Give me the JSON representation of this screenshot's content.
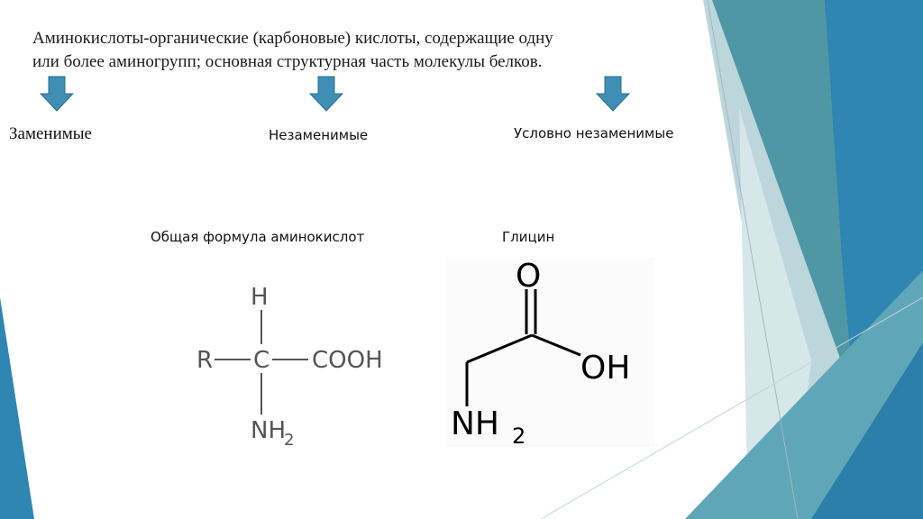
{
  "definition": {
    "line1": "Аминокислоты-органические (карбоновые) кислоты, содержащие одну",
    "line2": "или более аминогрупп; основная структурная часть молекулы белков."
  },
  "categories": [
    {
      "label": "Заменимые"
    },
    {
      "label": "Незаменимые"
    },
    {
      "label": "Условно незаменимые"
    }
  ],
  "general_formula": {
    "caption": "Общая формула аминокислот",
    "R": "R",
    "C": "C",
    "H": "H",
    "COOH": "COOH",
    "NH": "NH",
    "sub2": "2"
  },
  "glycine": {
    "caption": "Глицин",
    "O": "O",
    "OH": "OH",
    "NH": "NH",
    "sub2": "2"
  },
  "colors": {
    "arrow_fill": "#3f8fb4",
    "arrow_stroke": "#2a6f8f",
    "accent_teal": "#4a9aa8",
    "accent_blue": "#2f86b3"
  }
}
